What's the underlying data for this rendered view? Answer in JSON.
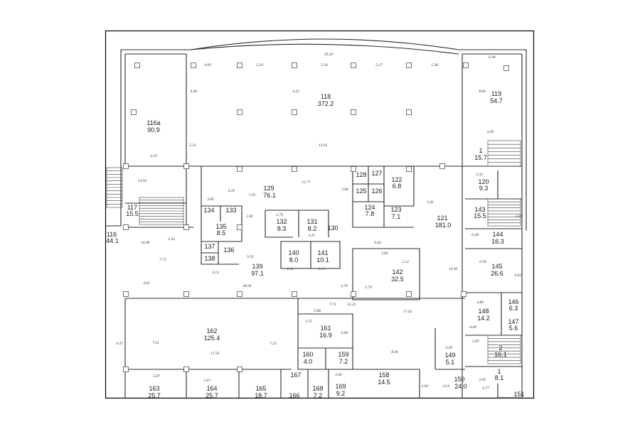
{
  "plan": {
    "rooms": [
      {
        "id": "116a",
        "area": "90.9"
      },
      {
        "id": "118",
        "area": "372.2"
      },
      {
        "id": "119",
        "area": "54.7"
      },
      {
        "id": "1",
        "area": "15.7"
      },
      {
        "id": "117",
        "area": "15.5"
      },
      {
        "id": "116",
        "area": "44.1"
      },
      {
        "id": "129",
        "area": "76.1"
      },
      {
        "id": "128",
        "area": ""
      },
      {
        "id": "127",
        "area": ""
      },
      {
        "id": "122",
        "area": "6.8"
      },
      {
        "id": "125",
        "area": ""
      },
      {
        "id": "126",
        "area": ""
      },
      {
        "id": "124",
        "area": "7.8"
      },
      {
        "id": "123",
        "area": "7.1"
      },
      {
        "id": "120",
        "area": "9.3"
      },
      {
        "id": "143",
        "area": "15.5"
      },
      {
        "id": "134",
        "area": ""
      },
      {
        "id": "133",
        "area": ""
      },
      {
        "id": "135",
        "area": "8.5"
      },
      {
        "id": "132",
        "area": "8.3"
      },
      {
        "id": "131",
        "area": "8.2"
      },
      {
        "id": "130",
        "area": ""
      },
      {
        "id": "121",
        "area": "181.0"
      },
      {
        "id": "144",
        "area": "16.3"
      },
      {
        "id": "137",
        "area": ""
      },
      {
        "id": "136",
        "area": ""
      },
      {
        "id": "138",
        "area": ""
      },
      {
        "id": "140",
        "area": "8.0"
      },
      {
        "id": "141",
        "area": "10.1"
      },
      {
        "id": "139",
        "area": "97.1"
      },
      {
        "id": "142",
        "area": "32.5"
      },
      {
        "id": "145",
        "area": "26.6"
      },
      {
        "id": "146",
        "area": "6.3"
      },
      {
        "id": "148",
        "area": "14.2"
      },
      {
        "id": "147",
        "area": "5.6"
      },
      {
        "id": "162",
        "area": "125.4"
      },
      {
        "id": "161",
        "area": "16.9"
      },
      {
        "id": "160",
        "area": "4.0"
      },
      {
        "id": "159",
        "area": "7.2"
      },
      {
        "id": "149",
        "area": "5.1"
      },
      {
        "id": "2",
        "area": "16.1"
      },
      {
        "id": "1b",
        "area": "8.1"
      },
      {
        "id": "167",
        "area": ""
      },
      {
        "id": "158",
        "area": "14.5"
      },
      {
        "id": "150",
        "area": "24.0"
      },
      {
        "id": "163",
        "area": "25.7"
      },
      {
        "id": "164",
        "area": "25.7"
      },
      {
        "id": "165",
        "area": "18.7"
      },
      {
        "id": "166",
        "area": ""
      },
      {
        "id": "168",
        "area": "7.2"
      },
      {
        "id": "169",
        "area": "9.2"
      },
      {
        "id": "151",
        "area": ""
      }
    ],
    "room_labels": [
      "116а",
      "118",
      "119",
      "1",
      "117",
      "116",
      "129",
      "128",
      "127",
      "122",
      "125",
      "126",
      "124",
      "123",
      "120",
      "143",
      "134",
      "133",
      "135",
      "132",
      "131",
      "130",
      "121",
      "144",
      "137",
      "136",
      "138",
      "140",
      "141",
      "139",
      "142",
      "145",
      "146",
      "148",
      "147",
      "162",
      "161",
      "160",
      "159",
      "149",
      "2",
      "1",
      "167",
      "158",
      "150",
      "163",
      "164",
      "165",
      "166",
      "168",
      "169",
      "151"
    ],
    "dimensions": [
      "29.29",
      "6.40",
      "4.09",
      "5.19",
      "5.20",
      "5.17",
      "5.38",
      "4.38",
      "4.22",
      "8.00",
      "6.85",
      "6.19",
      "5.31",
      "13.93",
      "14.93",
      "3.85",
      "3.59",
      "7.59",
      "15.77",
      "5.84",
      "3.34",
      "5.81",
      "2.82",
      "2.79",
      "3.25",
      "6.09",
      "14.08",
      "2.43",
      "6.64",
      "6.28",
      "4.13",
      "9.35",
      "2.51",
      "3.15",
      "5.82",
      "5.22",
      "6.94",
      "7.72",
      "4.65",
      "28.58",
      "3.70",
      "2.79",
      "16.90",
      "4.02",
      "3.80",
      "7.71",
      "12.25",
      "5.88",
      "17.42",
      "4.49",
      "3.75",
      "3.08",
      "6.47",
      "7.01",
      "17.59",
      "7.23",
      "8.40",
      "3.30",
      "5.87",
      "5.87",
      "5.67",
      "2.66",
      "2.04",
      "3.14",
      "3.69",
      "3.77"
    ]
  }
}
